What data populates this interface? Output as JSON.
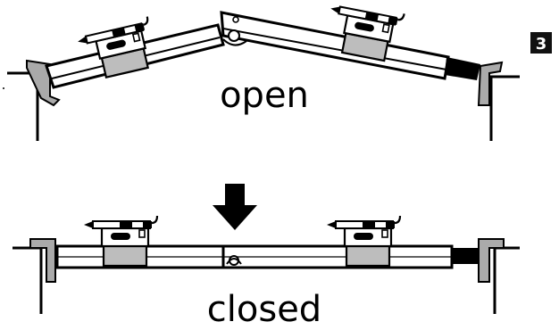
{
  "step_badge": "3",
  "state_open_label": "open",
  "state_closed_label": "closed",
  "colors": {
    "line": "#000000",
    "paper": "#ffffff",
    "bracket_gray": "#aaaaaa",
    "block_gray": "#bdbdbd",
    "dark": "#111111"
  },
  "icons": {
    "arrow": "down-arrow-icon",
    "pencil": "pencil-icon",
    "hinge": "hinge-icon"
  }
}
